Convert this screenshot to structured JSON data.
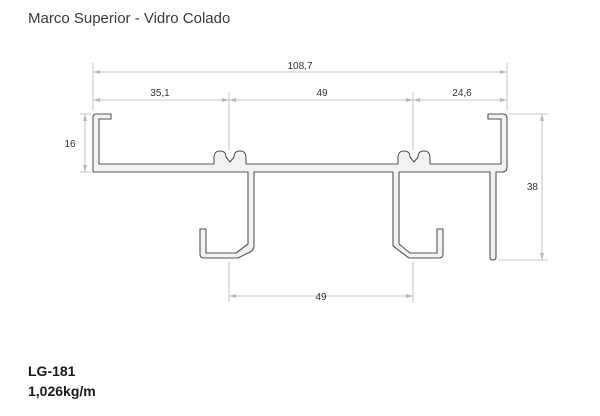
{
  "header": {
    "title": "Marco Superior - Vidro Colado"
  },
  "footer": {
    "code": "LG-181",
    "weight": "1,026kg/m"
  },
  "dimensions": {
    "overall_width": "108,7",
    "left_segment": "35,1",
    "middle_segment": "49",
    "right_segment": "24,6",
    "left_height": "16",
    "right_height": "38",
    "bottom_span": "49"
  }
}
